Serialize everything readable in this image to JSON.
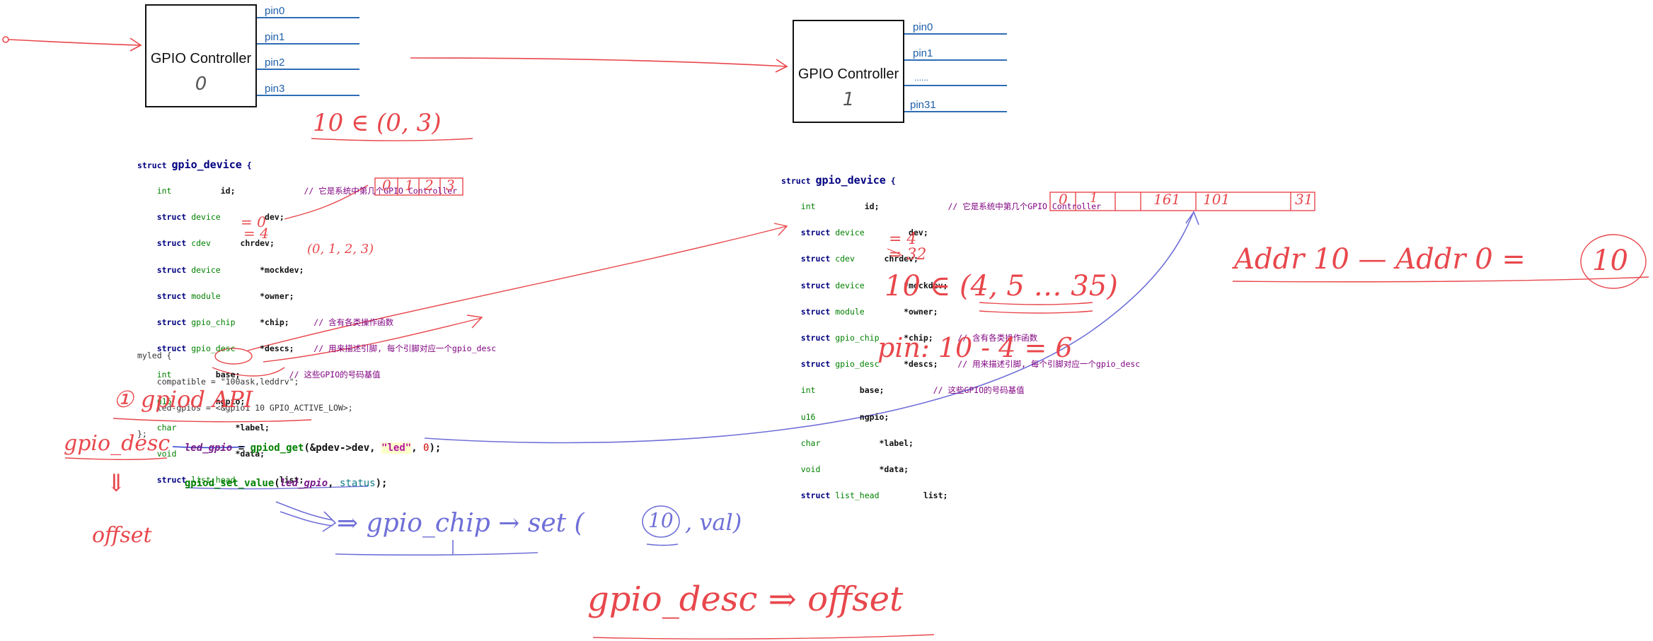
{
  "controller_a": {
    "title": "GPIO Controller",
    "number": "0",
    "pins": [
      "pin0",
      "pin1",
      "pin2",
      "pin3"
    ]
  },
  "controller_b": {
    "title": "GPIO Controller",
    "number": "1",
    "pins": [
      "pin0",
      "pin1",
      "......",
      "pin31"
    ]
  },
  "struct_a": {
    "head_kw": "struct",
    "head_name": "gpio_device",
    "brace_open": "{",
    "lines": [
      {
        "t1": "int",
        "t2": "",
        "name": "id;",
        "comment": "// 它是系统中第几个GPIO Controller"
      },
      {
        "t1": "struct",
        "t2": "device",
        "name": "dev;",
        "comment": ""
      },
      {
        "t1": "struct",
        "t2": "cdev",
        "name": "chrdev;",
        "comment": ""
      },
      {
        "t1": "struct",
        "t2": "device",
        "name": "*mockdev;",
        "comment": ""
      },
      {
        "t1": "struct",
        "t2": "module",
        "name": "*owner;",
        "comment": ""
      },
      {
        "t1": "struct",
        "t2": "gpio_chip",
        "name": "*chip;",
        "comment": "// 含有各类操作函数"
      },
      {
        "t1": "struct",
        "t2": "gpio_desc",
        "name": "*descs;",
        "comment": "// 用来描述引脚, 每个引脚对应一个gpio_desc"
      },
      {
        "t1": "int",
        "t2": "",
        "name": "base;",
        "comment": "// 这些GPIO的号码基值"
      },
      {
        "t1": "u16",
        "t2": "",
        "name": "ngpio;",
        "comment": ""
      },
      {
        "t1": "char",
        "t2": "",
        "name": "*label;",
        "comment": ""
      },
      {
        "t1": "void",
        "t2": "",
        "name": "*data;",
        "comment": ""
      },
      {
        "t1": "struct",
        "t2": "list_head",
        "name": "list;",
        "comment": ""
      }
    ]
  },
  "struct_b": {
    "head_kw": "struct",
    "head_name": "gpio_device",
    "brace_open": "{",
    "lines": [
      {
        "t1": "int",
        "t2": "",
        "name": "id;",
        "comment": "// 它是系统中第几个GPIO Controller"
      },
      {
        "t1": "struct",
        "t2": "device",
        "name": "dev;",
        "comment": ""
      },
      {
        "t1": "struct",
        "t2": "cdev",
        "name": "chrdev;",
        "comment": ""
      },
      {
        "t1": "struct",
        "t2": "device",
        "name": "*mockdev;",
        "comment": ""
      },
      {
        "t1": "struct",
        "t2": "module",
        "name": "*owner;",
        "comment": ""
      },
      {
        "t1": "struct",
        "t2": "gpio_chip",
        "name": "*chip;",
        "comment": "// 含有各类操作函数"
      },
      {
        "t1": "struct",
        "t2": "gpio_desc",
        "name": "*descs;",
        "comment": "// 用来描述引脚, 每个引脚对应一个gpio_desc"
      },
      {
        "t1": "int",
        "t2": "",
        "name": "base;",
        "comment": "// 这些GPIO的号码基值"
      },
      {
        "t1": "u16",
        "t2": "",
        "name": "ngpio;",
        "comment": ""
      },
      {
        "t1": "char",
        "t2": "",
        "name": "*label;",
        "comment": ""
      },
      {
        "t1": "void",
        "t2": "",
        "name": "*data;",
        "comment": ""
      },
      {
        "t1": "struct",
        "t2": "list_head",
        "name": "list;",
        "comment": ""
      }
    ]
  },
  "devicetree": {
    "line1": "myled {",
    "line2": "    compatible = \"100ask,leddrv\";",
    "line3": "    led-gpios = <&gpio1 10 GPIO_ACTIVE_LOW>;",
    "line4": "};"
  },
  "api_code": {
    "var": "led_gpio",
    "assign": " = ",
    "get_fn": "gpiod_get",
    "get_args_a": "(&pdev->dev, ",
    "get_str": "\"led\"",
    "get_sep": ", ",
    "get_num": "0",
    "get_end": ");",
    "set_fn": "gpiod_set_value",
    "set_open": "(",
    "set_var": "led_gpio",
    "set_sep": ", ",
    "set_arg": "status",
    "set_end": ");"
  },
  "handwriting": {
    "id_range": "10 ∈ (0, 3)",
    "cells_a": [
      "0",
      "1",
      "2",
      "3"
    ],
    "base_a": "= 0",
    "ngpio_a": "= 4",
    "list_a": "(0, 1, 2, 3)",
    "api_title": "① gpiod API",
    "gpio_desc": "gpio_desc",
    "down_arrow": "⇓",
    "offset": "offset",
    "chip_set": "⇒ gpio_chip → set (",
    "chip_set_num": "10",
    "chip_set_end": ", val)",
    "desc_to_offset": "gpio_desc ⇒ offset",
    "cells_b": [
      "0",
      "1",
      "",
      "161",
      "101",
      "",
      "31"
    ],
    "base_b": "= 4",
    "ngpio_b": "= 32",
    "range_b": "10 ∈ (4, 5 … 35)",
    "pin_calc": "pin: 10 - 4 = 6",
    "addr_eq": "Addr 10  —  Addr 0  =",
    "addr_result": "10"
  },
  "colors": {
    "ink_red": "#e8474c",
    "ink_blue": "#6f6fd8",
    "pin_blue": "#2d6db5"
  }
}
